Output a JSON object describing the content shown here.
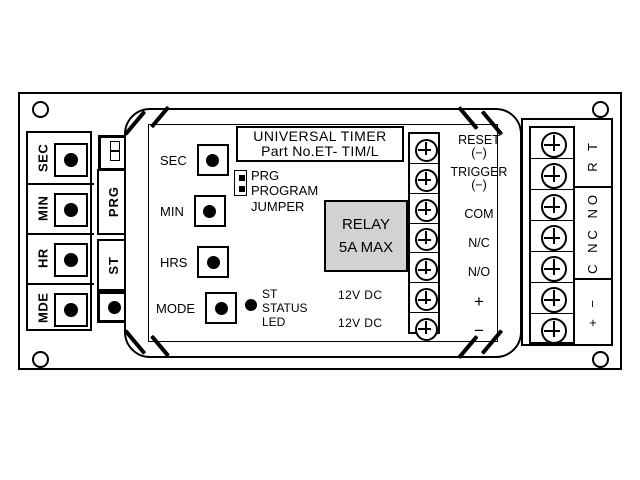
{
  "device": {
    "title_line1": "UNIVERSAL  TIMER",
    "title_line2": "Part  No.ET- TIM/L",
    "relay_line1": "RELAY",
    "relay_line2": "5A MAX",
    "relay_fill_color": "#d2d2d2"
  },
  "left_panel": {
    "keys": [
      {
        "label": "SEC"
      },
      {
        "label": "MIN"
      },
      {
        "label": "HR"
      },
      {
        "label": "MDE"
      }
    ],
    "prg_label": "PRG",
    "st_label": "ST"
  },
  "pcb": {
    "buttons": [
      {
        "label": "SEC"
      },
      {
        "label": "MIN"
      },
      {
        "label": "HRS"
      },
      {
        "label": "MODE"
      }
    ],
    "jumper": {
      "line1": "PRG",
      "line2": "PROGRAM",
      "line3": "JUMPER"
    },
    "status_led": {
      "line1": "ST",
      "line2": "STATUS",
      "line3": "LED"
    },
    "power_labels": [
      {
        "label": "12V  DC"
      },
      {
        "label": "12V  DC"
      }
    ]
  },
  "inner_terminals": [
    {
      "name": "RESET\n(−)"
    },
    {
      "name": "TRIGGER\n(−)"
    },
    {
      "name": "COM"
    },
    {
      "name": "N/C"
    },
    {
      "name": "N/O"
    },
    {
      "name": "+"
    },
    {
      "name": "−"
    }
  ],
  "right_block": {
    "terminal_count": 7,
    "groups": [
      {
        "label": "R  T"
      },
      {
        "label": "C NC NO"
      },
      {
        "label": "+  −"
      }
    ]
  }
}
